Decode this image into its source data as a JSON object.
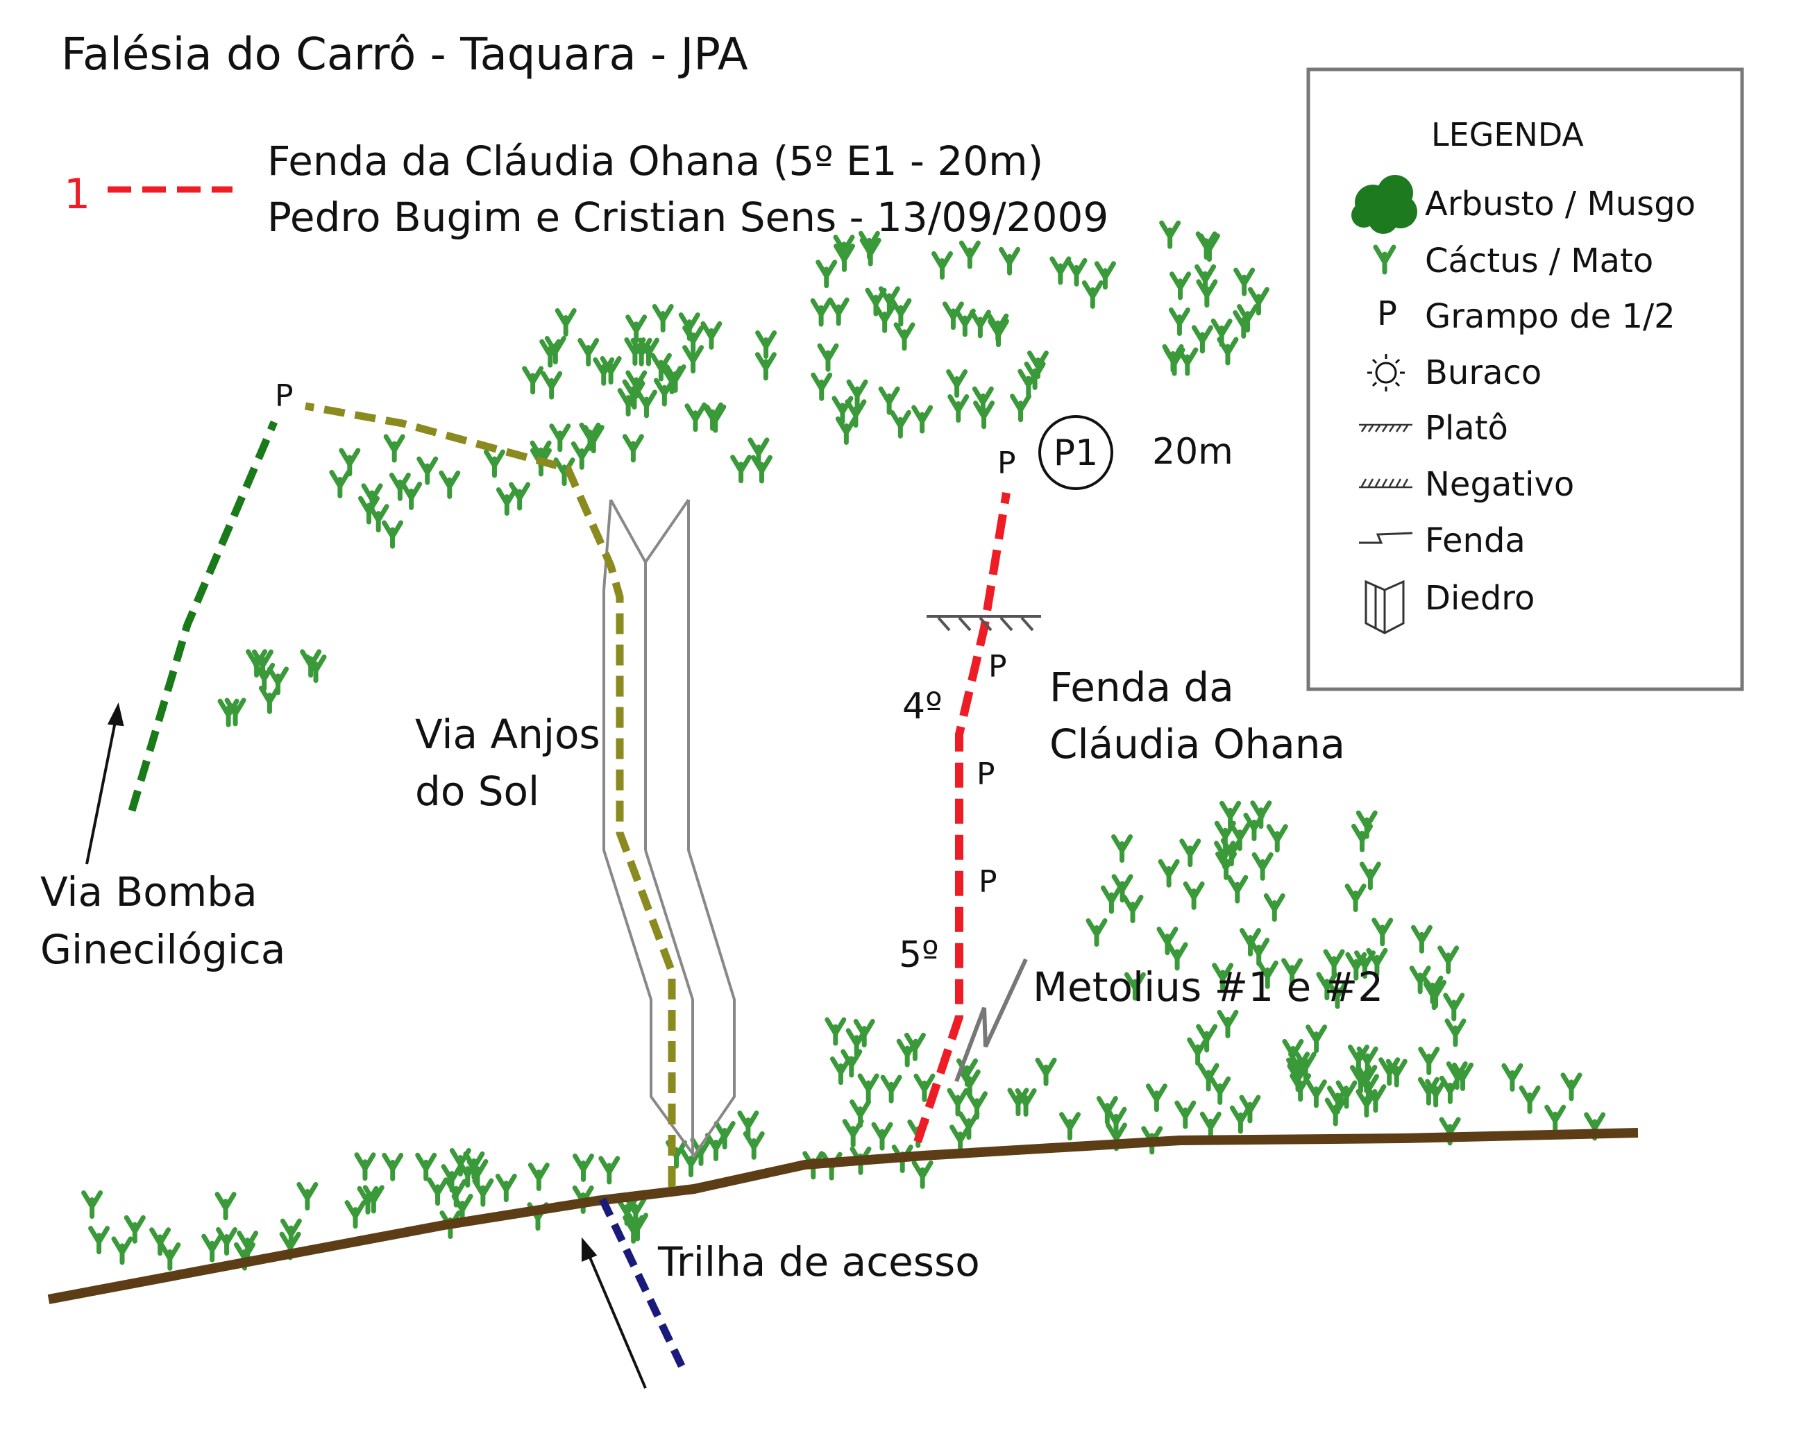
{
  "title": "Falésia do Carrô - Taquara - JPA",
  "route_header": {
    "number": "1",
    "name_line": "Fenda da Cláudia Ohana (5º E1 - 20m)",
    "authors_line": "Pedro Bugim e Cristian Sens - 13/09/2009"
  },
  "legend": {
    "title": "LEGENDA",
    "items": [
      {
        "icon": "bush-icon",
        "label": "Arbusto / Musgo"
      },
      {
        "icon": "cactus-icon",
        "label": "Cáctus / Mato"
      },
      {
        "icon": "bolt-letter-icon",
        "symbol": "P",
        "label": "Grampo de 1/2"
      },
      {
        "icon": "sun-icon",
        "label": "Buraco"
      },
      {
        "icon": "ledge-icon",
        "label": "Platô"
      },
      {
        "icon": "overhang-icon",
        "label": "Negativo"
      },
      {
        "icon": "crack-icon",
        "label": "Fenda"
      },
      {
        "icon": "dihedral-icon",
        "label": "Diedro"
      }
    ]
  },
  "labels": {
    "bomba_line1": "Via Bomba",
    "bomba_line2": "Ginecilógica",
    "anjos_line1": "Via Anjos",
    "anjos_line2": "do Sol",
    "fenda_line1": "Fenda da",
    "fenda_line2": "Cláudia Ohana",
    "metolius": "Metolius #1 e #2",
    "trilha": "Trilha de acesso",
    "anchor": "P1",
    "anchor_height": "20m",
    "grade_upper": "4º",
    "grade_lower": "5º",
    "bolt": "P"
  },
  "colors": {
    "route_fenda": "#ee1c24",
    "route_bomba": "#1a7a1a",
    "route_anjos": "#8a8a1e",
    "trail": "#1a1a7a",
    "ground": "#5c3d15",
    "vegetation": "#3a9a3a",
    "bush": "#1e7a1e",
    "dihedral": "#888888",
    "crack": "#777777"
  }
}
